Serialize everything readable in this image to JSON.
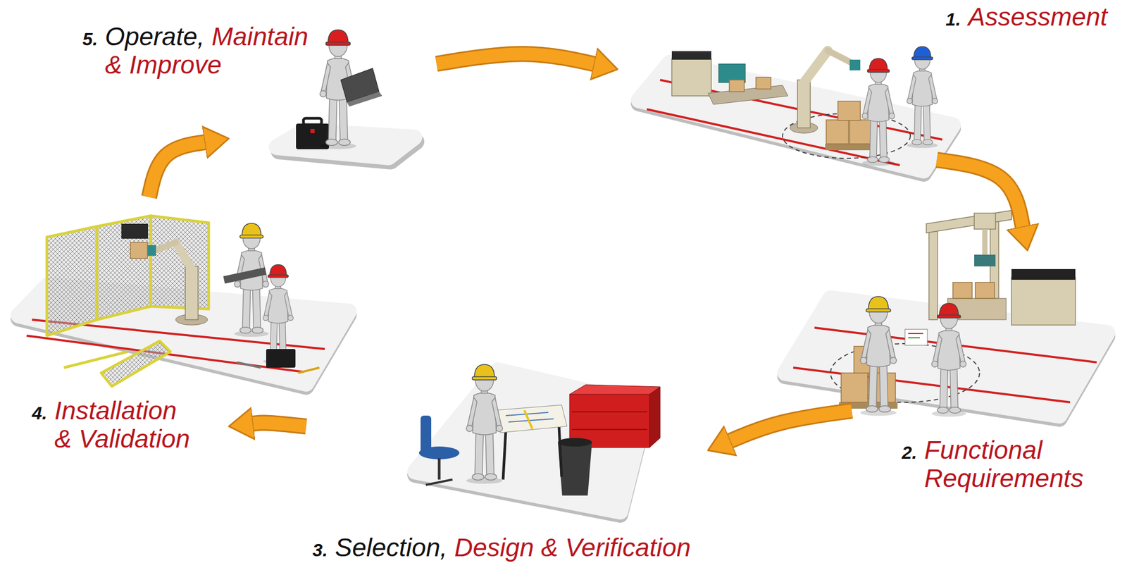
{
  "diagram": {
    "nodes": [
      {
        "text": [
          "1.",
          "Assessment"
        ]
      },
      {
        "text": [
          "2.",
          "Functional Requirements"
        ]
      },
      {
        "text": [
          "3.",
          "Selection,",
          "Design & Verification"
        ]
      },
      {
        "text": [
          "4.",
          "Installation & Validation"
        ]
      },
      {
        "text": [
          "5.",
          "Operate,",
          "Maintain & Improve"
        ]
      }
    ],
    "edges": [
      {
        "from": 0,
        "to": 1,
        "arrow": "to"
      },
      {
        "from": 1,
        "to": 2,
        "arrow": "to"
      },
      {
        "from": 2,
        "to": 3,
        "arrow": "to"
      },
      {
        "from": 3,
        "to": 4,
        "arrow": "to"
      },
      {
        "from": 4,
        "to": 0,
        "arrow": "to"
      }
    ]
  }
}
